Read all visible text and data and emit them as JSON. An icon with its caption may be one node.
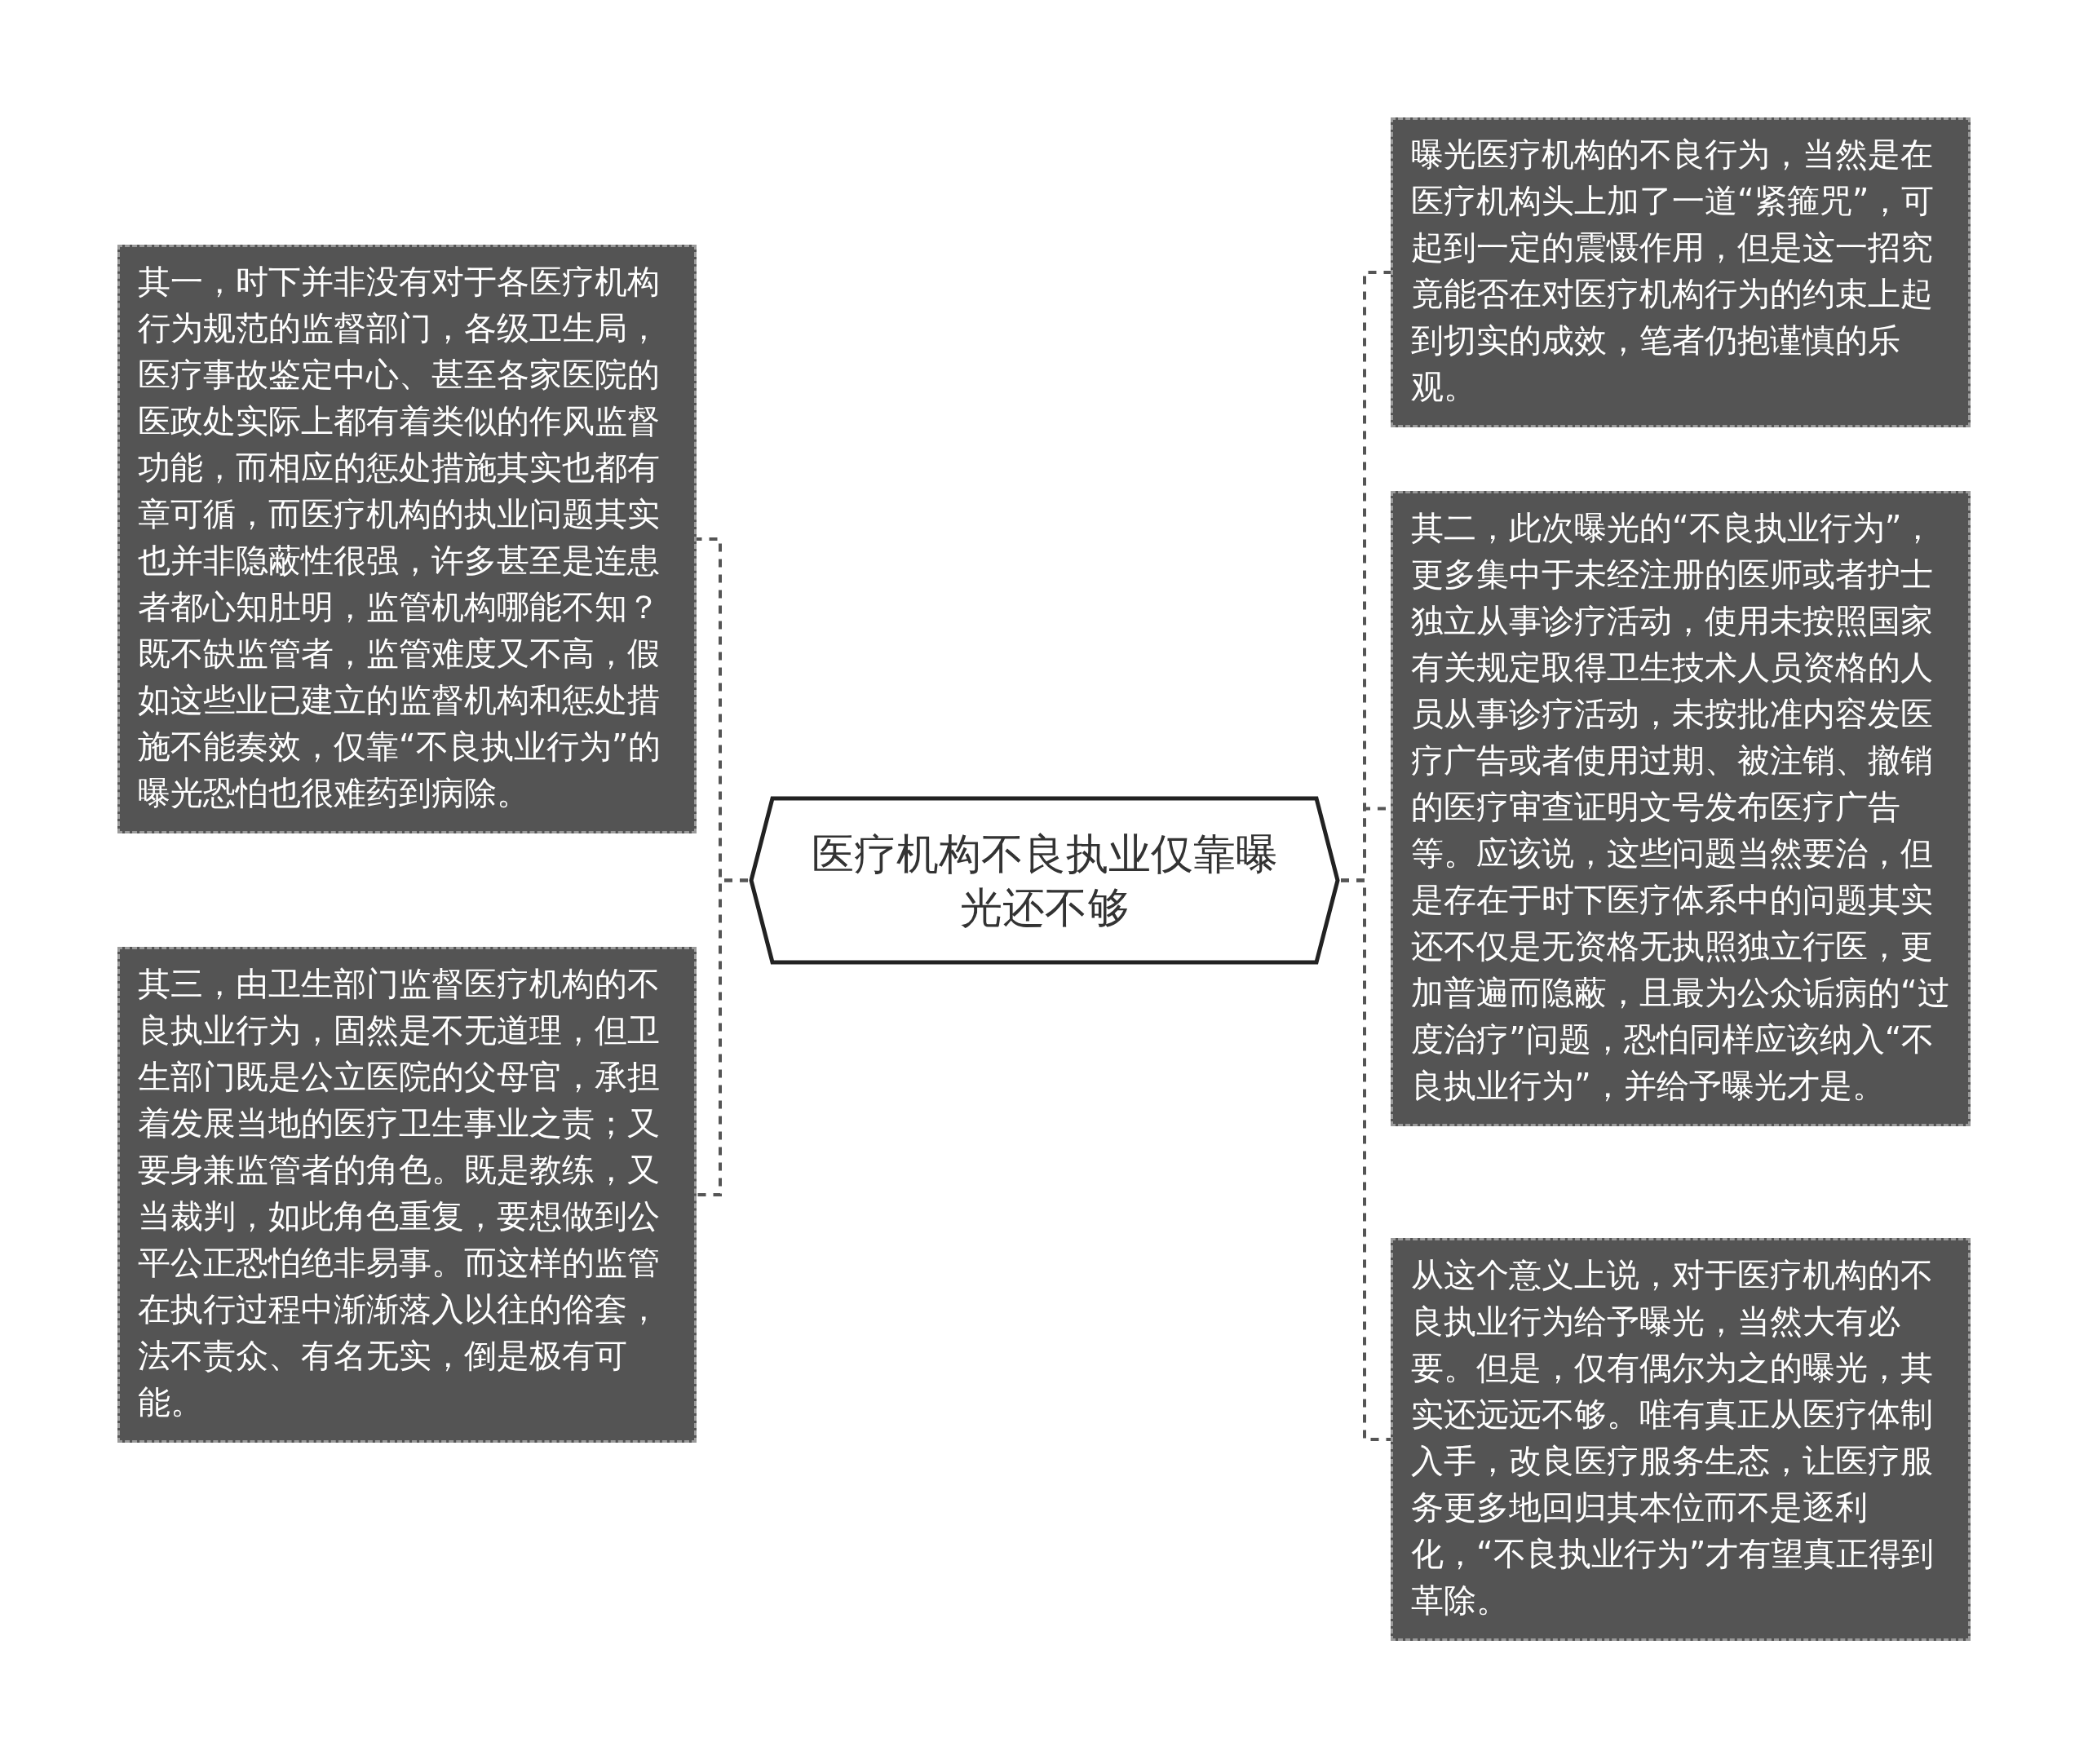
{
  "diagram": {
    "nodes": [
      {
        "text": [
          "医疗机构不良执业仅靠曝光还不够"
        ]
      },
      {
        "text": [
          "其一，时下并非没有对于各医疗机构行为规范的监督部门，各级卫生局，医疗事故鉴定中心、甚至各家医院的医政处实际上都有着类似的作风监督功能，而相应的惩处措施其实也都有章可循，而医疗机构的执业问题其实也并非隐蔽性很强，许多甚至是连患者都心知肚明，监管机构哪能不知？既不缺监管者，监管难度又不高，假如这些业已建立的监督机构和惩处措施不能奏效，仅靠“不良执业行为”的曝光恐怕也很难药到病除。"
        ]
      },
      {
        "text": [
          "其三，由卫生部门监督医疗机构的不良执业行为，固然是不无道理，但卫生部门既是公立医院的父母官，承担着发展当地的医疗卫生事业之责；又要身兼监管者的角色。既是教练，又当裁判，如此角色重复，要想做到公平公正恐怕绝非易事。而这样的监管在执行过程中渐渐落入以往的俗套，法不责众、有名无实，倒是极有可能。"
        ]
      },
      {
        "text": [
          "曝光医疗机构的不良行为，当然是在医疗机构头上加了一道“紧箍咒”，可起到一定的震慑作用，但是这一招究竟能否在对医疗机构行为的约束上起到切实的成效，笔者仍抱谨慎的乐观。"
        ]
      },
      {
        "text": [
          "其二，此次曝光的“不良执业行为”，更多集中于未经注册的医师或者护士独立从事诊疗活动，使用未按照国家有关规定取得卫生技术人员资格的人员从事诊疗活动，未按批准内容发医疗广告或者使用过期、被注销、撤销的医疗审查证明文号发布医疗广告等。应该说，这些问题当然要治，但是存在于时下医疗体系中的问题其实还不仅是无资格无执照独立行医，更加普遍而隐蔽，且最为公众诟病的“过度治疗”问题，恐怕同样应该纳入“不良执业行为”，并给予曝光才是。"
        ]
      },
      {
        "text": [
          "从这个意义上说，对于医疗机构的不良执业行为给予曝光，当然大有必要。但是，仅有偶尔为之的曝光，其实还远远不够。唯有真正从医疗体制入手，改良医疗服务生态，让医疗服务更多地回归其本位而不是逐利化，“不良执业行为”才有望真正得到革除。"
        ]
      }
    ],
    "edges": [
      {
        "from": 0,
        "to": 1,
        "arrow": "none",
        "style": "dashed"
      },
      {
        "from": 0,
        "to": 2,
        "arrow": "none",
        "style": "dashed"
      },
      {
        "from": 0,
        "to": 3,
        "arrow": "none",
        "style": "dashed"
      },
      {
        "from": 0,
        "to": 4,
        "arrow": "none",
        "style": "dashed"
      },
      {
        "from": 0,
        "to": 5,
        "arrow": "none",
        "style": "dashed"
      }
    ]
  }
}
